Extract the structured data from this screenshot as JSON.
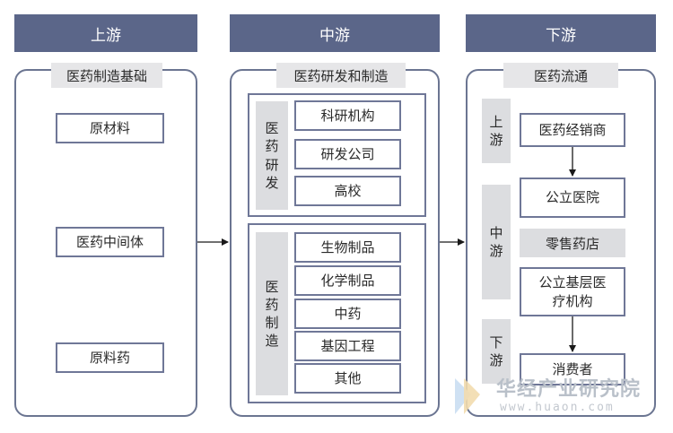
{
  "headers": {
    "upstream": "上游",
    "midstream": "中游",
    "downstream": "下游"
  },
  "left_panel": {
    "title": "医药制造基础",
    "items": [
      "原材料",
      "医药中间体",
      "原料药"
    ]
  },
  "middle_panel": {
    "title": "医药研发和制造",
    "rd": {
      "label": "医药研发",
      "items": [
        "科研机构",
        "研发公司",
        "高校"
      ]
    },
    "manufacturing": {
      "label": "医药制造",
      "items": [
        "生物制品",
        "化学制品",
        "中药",
        "基因工程",
        "其他"
      ]
    }
  },
  "right_panel": {
    "title": "医药流通",
    "upstream": {
      "label": "上游",
      "item": "医药经销商"
    },
    "midstream": {
      "label": "中游",
      "items": [
        "公立医院",
        "零售药店",
        "公立基层医疗机构"
      ]
    },
    "downstream": {
      "label": "下游",
      "item": "消费者"
    }
  },
  "watermark": {
    "name": "华经产业研究院",
    "url": "www.huaon.com"
  },
  "colors": {
    "header": "#5b6689",
    "border": "#6b7591",
    "label_bg": "#dcdde0",
    "title_bg": "#e6e6e8"
  }
}
